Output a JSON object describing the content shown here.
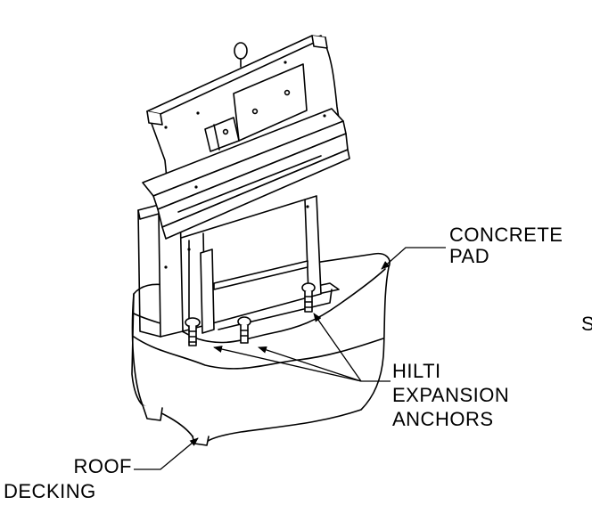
{
  "labels": {
    "concrete_pad": [
      "CONCRETE",
      "PAD"
    ],
    "hilti_anchors": [
      "HILTI",
      "EXPANSION",
      "ANCHORS"
    ],
    "roof_decking": [
      "ROOF",
      "DECKING"
    ],
    "clipped_fragment": "S"
  },
  "colors": {
    "line": "#000000",
    "fill": "#ffffff",
    "background": "#ffffff"
  }
}
